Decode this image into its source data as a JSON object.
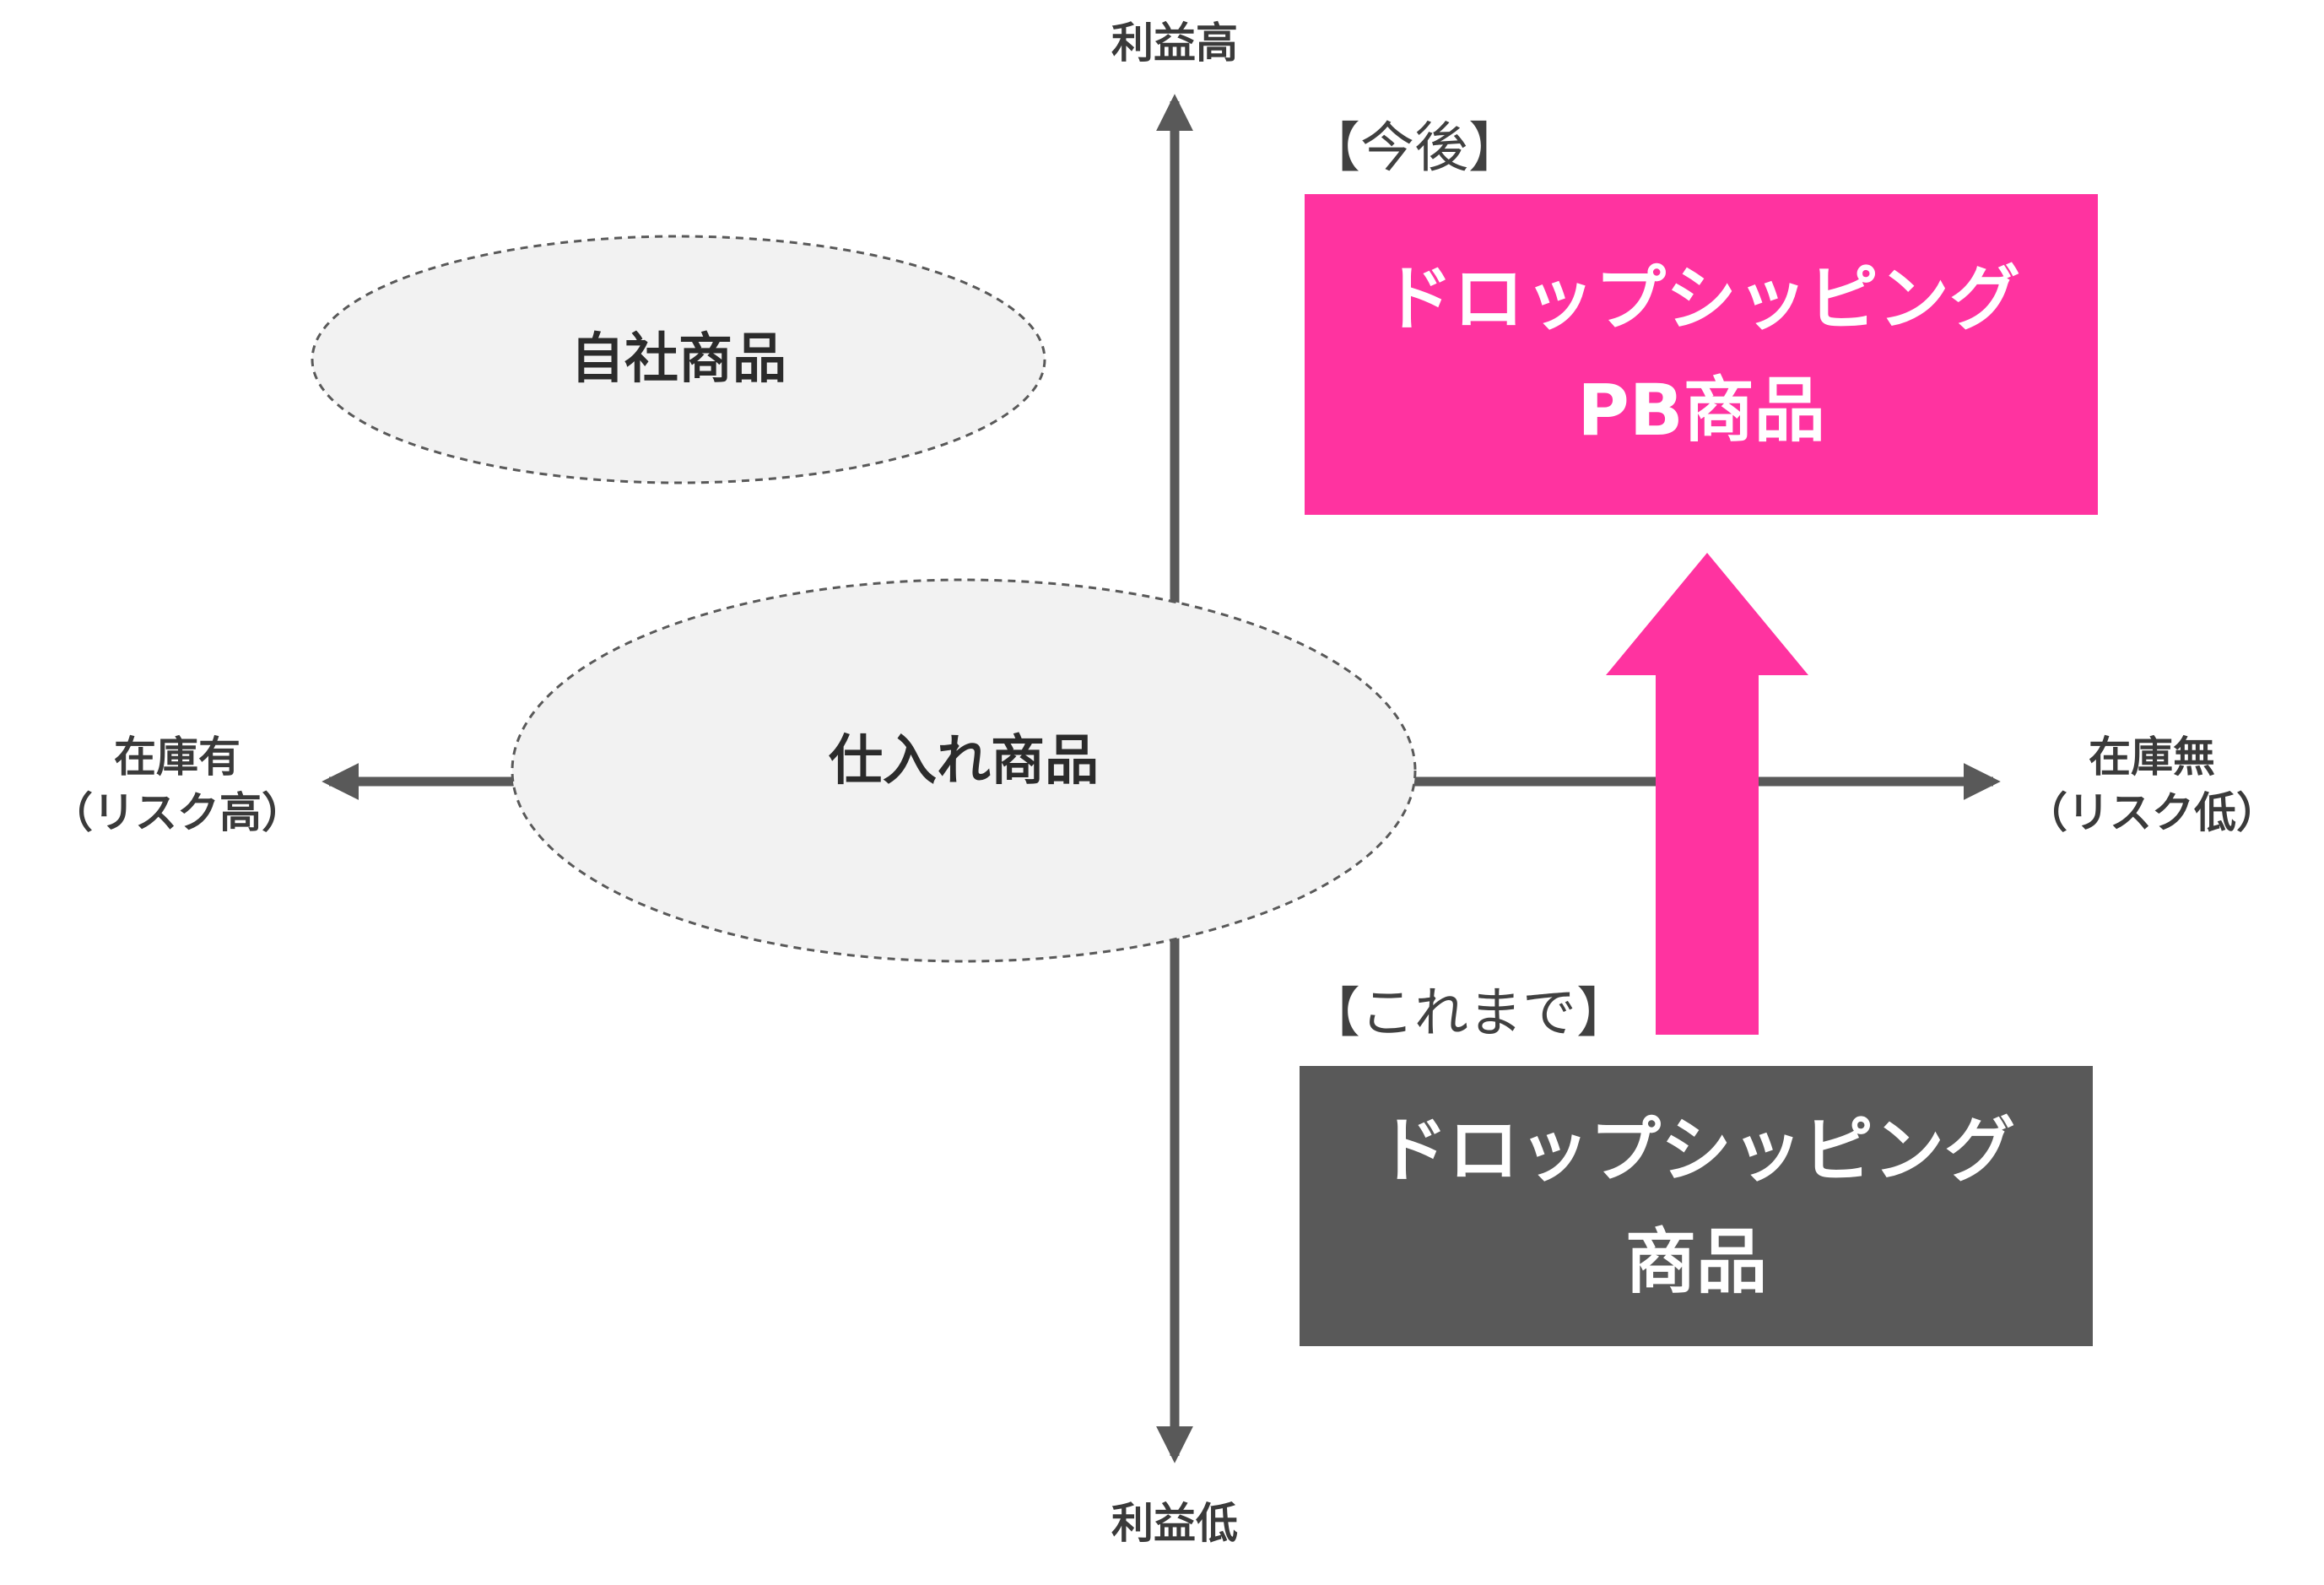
{
  "axes": {
    "top_label": "利益高",
    "bottom_label": "利益低",
    "left_label_line1": "在庫有",
    "left_label_line2": "（リスク高）",
    "right_label_line1": "在庫無",
    "right_label_line2": "（リスク低）"
  },
  "ellipses": {
    "own_products": "自社商品",
    "purchased_products": "仕入れ商品"
  },
  "future": {
    "note": "【今後】",
    "box_line1": "ドロップシッピング",
    "box_line2": "PB商品"
  },
  "past": {
    "note": "【これまで】",
    "box_line1": "ドロップシッピング",
    "box_line2": "商品"
  },
  "colors": {
    "axis": "#595959",
    "future_box": "#ff33a0",
    "past_box": "#595959",
    "ellipse_fill": "#f2f2f2",
    "arrow": "#ff33a0"
  }
}
